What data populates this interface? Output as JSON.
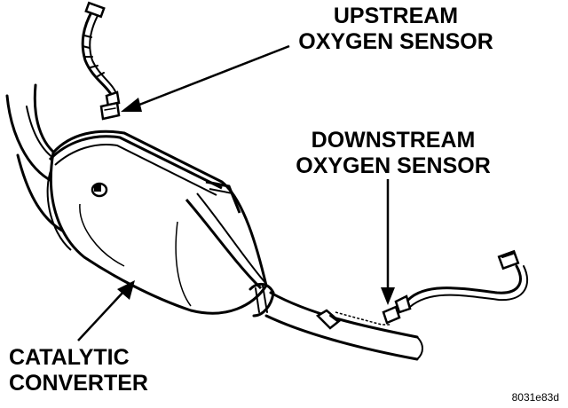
{
  "labels": {
    "upstream_line1": "UPSTREAM",
    "upstream_line2": "OXYGEN SENSOR",
    "downstream_line1": "DOWNSTREAM",
    "downstream_line2": "OXYGEN SENSOR",
    "converter_line1": "CATALYTIC",
    "converter_line2": "CONVERTER",
    "figure_code": "8031e83d"
  },
  "colors": {
    "ink": "#000000",
    "paper": "#ffffff"
  }
}
